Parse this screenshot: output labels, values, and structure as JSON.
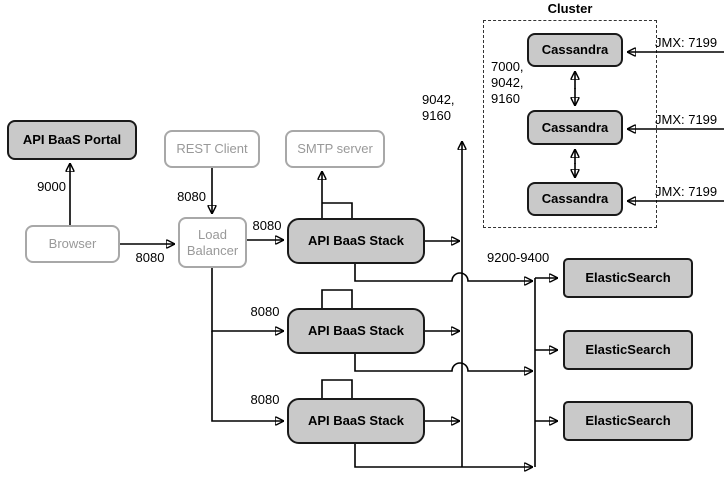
{
  "cluster": {
    "label": "Cluster",
    "node_label": "Cassandra",
    "internal_ports": "7000,\n9042,\n9160",
    "jmx_label": "JMX: 7199"
  },
  "nodes": {
    "api_baas_portal": "API BaaS Portal",
    "browser": "Browser",
    "rest_client": "REST Client",
    "load_balancer": "Load\nBalancer",
    "smtp_server": "SMTP server",
    "api_baas_stack": "API BaaS Stack",
    "elasticsearch": "ElasticSearch"
  },
  "ports": {
    "browser_to_portal": "9000",
    "rest_client_to_lb": "8080",
    "browser_to_lb": "8080",
    "lb_to_stack_1": "8080",
    "lb_to_stack_2": "8080",
    "lb_to_stack_3": "8080",
    "stack_to_cassandra": "9042,\n9160",
    "stack_to_elasticsearch": "9200-9400"
  },
  "colors": {
    "node_fill": "#c9c9c9",
    "node_border": "#1a1a1a",
    "ghost_border": "#a8a8a8",
    "ghost_text": "#999999",
    "line": "#000000"
  }
}
